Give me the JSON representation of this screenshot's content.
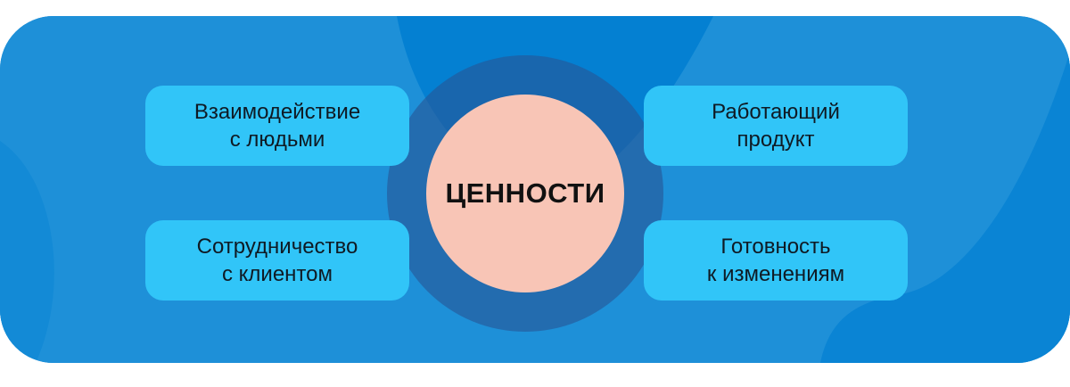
{
  "colors": {
    "panel": "#0480d2",
    "panel_light": "#1e90d8",
    "ring": "#2b5f9c",
    "center": "#f8c5b6",
    "card": "#31c5f8",
    "text": "#0f1a24"
  },
  "center": {
    "label": "ЦЕННОСТИ"
  },
  "values": [
    {
      "line1": "Взаимодействие",
      "line2": "с людьми"
    },
    {
      "line1": "Работающий",
      "line2": "продукт"
    },
    {
      "line1": "Сотрудничество",
      "line2": "с клиентом"
    },
    {
      "line1": "Готовность",
      "line2": "к изменениям"
    }
  ]
}
